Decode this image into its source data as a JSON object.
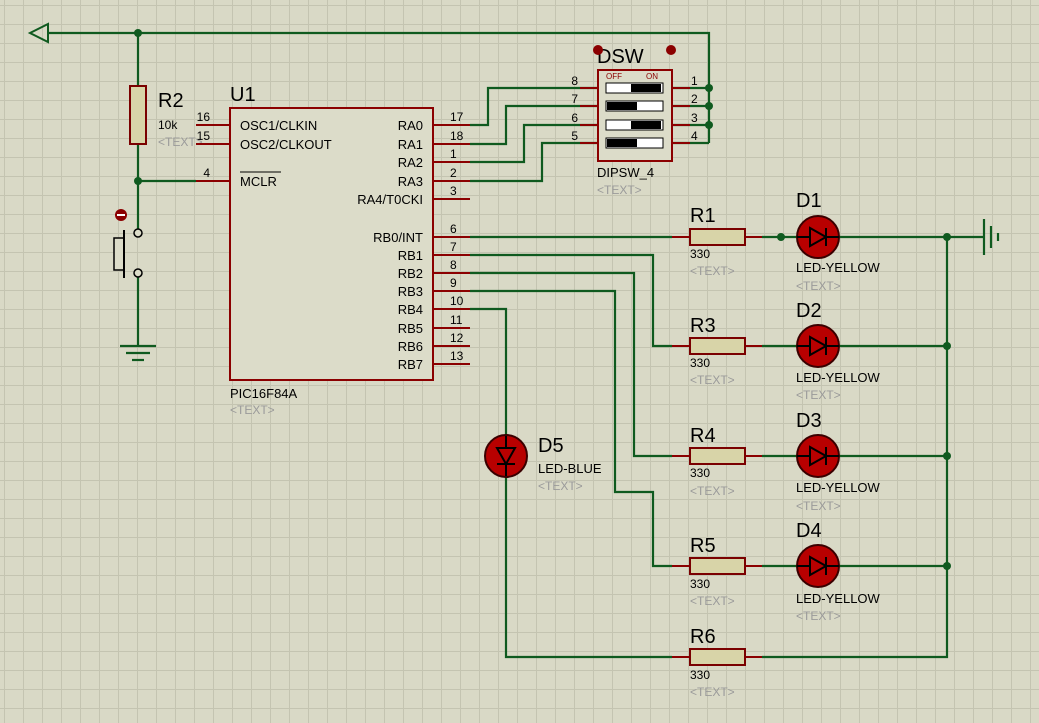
{
  "u1": {
    "ref": "U1",
    "part": "PIC16F84A",
    "text": "<TEXT>",
    "left_pins": [
      {
        "label": "OSC1/CLKIN",
        "num": "16"
      },
      {
        "label": "OSC2/CLKOUT",
        "num": "15"
      },
      {
        "label": "MCLR",
        "num": "4"
      }
    ],
    "right_pins": [
      {
        "label": "RA0",
        "num": "17"
      },
      {
        "label": "RA1",
        "num": "18"
      },
      {
        "label": "RA2",
        "num": "1"
      },
      {
        "label": "RA3",
        "num": "2"
      },
      {
        "label": "RA4/T0CKI",
        "num": "3"
      },
      {
        "label": "RB0/INT",
        "num": "6"
      },
      {
        "label": "RB1",
        "num": "7"
      },
      {
        "label": "RB2",
        "num": "8"
      },
      {
        "label": "RB3",
        "num": "9"
      },
      {
        "label": "RB4",
        "num": "10"
      },
      {
        "label": "RB5",
        "num": "11"
      },
      {
        "label": "RB6",
        "num": "12"
      },
      {
        "label": "RB7",
        "num": "13"
      }
    ]
  },
  "r2": {
    "ref": "R2",
    "value": "10k",
    "text": "<TEXT>"
  },
  "dsw": {
    "ref": "DSW",
    "part": "DIPSW_4",
    "text": "<TEXT>",
    "off_label": "OFF",
    "on_label": "ON",
    "left_pins": [
      "8",
      "7",
      "6",
      "5"
    ],
    "right_pins": [
      "1",
      "2",
      "3",
      "4"
    ]
  },
  "resistors": [
    {
      "ref": "R1",
      "value": "330",
      "text": "<TEXT>"
    },
    {
      "ref": "R3",
      "value": "330",
      "text": "<TEXT>"
    },
    {
      "ref": "R4",
      "value": "330",
      "text": "<TEXT>"
    },
    {
      "ref": "R5",
      "value": "330",
      "text": "<TEXT>"
    },
    {
      "ref": "R6",
      "value": "330",
      "text": "<TEXT>"
    }
  ],
  "leds": [
    {
      "ref": "D1",
      "part": "LED-YELLOW",
      "text": "<TEXT>"
    },
    {
      "ref": "D2",
      "part": "LED-YELLOW",
      "text": "<TEXT>"
    },
    {
      "ref": "D3",
      "part": "LED-YELLOW",
      "text": "<TEXT>"
    },
    {
      "ref": "D4",
      "part": "LED-YELLOW",
      "text": "<TEXT>"
    },
    {
      "ref": "D5",
      "part": "LED-BLUE",
      "text": "<TEXT>"
    }
  ],
  "colors": {
    "background": "#d9d9c6",
    "wire": "#0f5a1f",
    "component_outline": "#8b0000",
    "led_fill": "#b80000"
  }
}
